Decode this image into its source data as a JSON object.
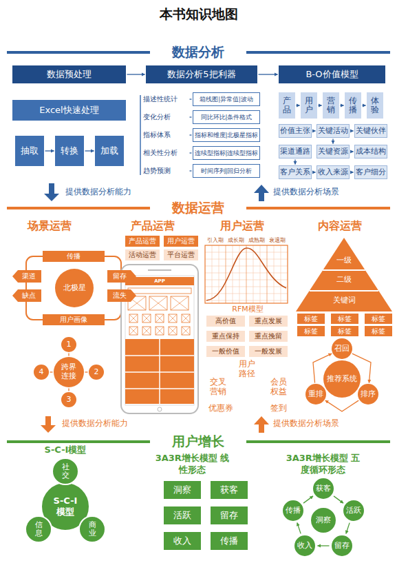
{
  "diagram": {
    "title": "本书知识地图",
    "nodes": [
      {
        "text": [
          "数据分析"
        ]
      },
      {
        "text": [
          "数据预处理"
        ]
      },
      {
        "text": [
          "数据分析5把利器"
        ]
      },
      {
        "text": [
          "B-O价值模型"
        ]
      },
      {
        "text": [
          "Excel快速处理"
        ]
      },
      {
        "text": [
          "抽取"
        ]
      },
      {
        "text": [
          "转换"
        ]
      },
      {
        "text": [
          "加载"
        ]
      },
      {
        "text": [
          "描述性统计"
        ]
      },
      {
        "text": [
          "变化分析"
        ]
      },
      {
        "text": [
          "指标体系"
        ]
      },
      {
        "text": [
          "相关性分析"
        ]
      },
      {
        "text": [
          "趋势预测"
        ]
      },
      {
        "text": [
          "箱线图|异常值|波动"
        ]
      },
      {
        "text": [
          "同比环比|条件格式"
        ]
      },
      {
        "text": [
          "指标和维度|北极星指标"
        ]
      },
      {
        "text": [
          "连续型指标|连续型指标"
        ]
      },
      {
        "text": [
          "时间序列|回归分析"
        ]
      },
      {
        "text": [
          "产品"
        ]
      },
      {
        "text": [
          "用户"
        ]
      },
      {
        "text": [
          "营销"
        ]
      },
      {
        "text": [
          "传播"
        ]
      },
      {
        "text": [
          "体验"
        ]
      },
      {
        "text": [
          "价值主张"
        ]
      },
      {
        "text": [
          "关键活动"
        ]
      },
      {
        "text": [
          "关键伙伴"
        ]
      },
      {
        "text": [
          "渠道通路"
        ]
      },
      {
        "text": [
          "关键资源"
        ]
      },
      {
        "text": [
          "成本结构"
        ]
      },
      {
        "text": [
          "客户关系"
        ]
      },
      {
        "text": [
          "收入来源"
        ]
      },
      {
        "text": [
          "客户细分"
        ]
      },
      {
        "text": [
          "数据运营"
        ]
      },
      {
        "text": [
          "传播"
        ]
      },
      {
        "text": [
          "北极星"
        ]
      },
      {
        "text": [
          "渠道"
        ]
      },
      {
        "text": [
          "缺点"
        ]
      },
      {
        "text": [
          "留存"
        ]
      },
      {
        "text": [
          "流失"
        ]
      },
      {
        "text": [
          "用户画像"
        ]
      },
      {
        "text": [
          "跨界连接"
        ]
      },
      {
        "text": [
          "1"
        ]
      },
      {
        "text": [
          "2"
        ]
      },
      {
        "text": [
          "3"
        ]
      },
      {
        "text": [
          "4"
        ]
      },
      {
        "text": [
          "产品运营"
        ]
      },
      {
        "text": [
          "用户运营"
        ]
      },
      {
        "text": [
          "活动运营"
        ]
      },
      {
        "text": [
          "平台运营"
        ]
      },
      {
        "text": [
          "高价值"
        ]
      },
      {
        "text": [
          "重点发展"
        ]
      },
      {
        "text": [
          "重点保持"
        ]
      },
      {
        "text": [
          "重点挽留"
        ]
      },
      {
        "text": [
          "一般价值"
        ]
      },
      {
        "text": [
          "一般发展"
        ]
      },
      {
        "text": [
          "一级"
        ]
      },
      {
        "text": [
          "二级"
        ]
      },
      {
        "text": [
          "关键词"
        ]
      },
      {
        "text": [
          "标签"
        ]
      },
      {
        "text": [
          "标签"
        ]
      },
      {
        "text": [
          "标签"
        ]
      },
      {
        "text": [
          "标签"
        ]
      },
      {
        "text": [
          "标签"
        ]
      },
      {
        "text": [
          "标签"
        ]
      },
      {
        "text": [
          "推荐系统"
        ]
      },
      {
        "text": [
          "召回"
        ]
      },
      {
        "text": [
          "排序"
        ]
      },
      {
        "text": [
          "重排"
        ]
      },
      {
        "text": [
          "用户增长"
        ]
      },
      {
        "text": [
          "S-C-I模型"
        ]
      },
      {
        "text": [
          "社交"
        ]
      },
      {
        "text": [
          "信息"
        ]
      },
      {
        "text": [
          "商业"
        ]
      },
      {
        "text": [
          "洞察"
        ]
      },
      {
        "text": [
          "获客"
        ]
      },
      {
        "text": [
          "活跃"
        ]
      },
      {
        "text": [
          "留存"
        ]
      },
      {
        "text": [
          "收入"
        ]
      },
      {
        "text": [
          "传播"
        ]
      },
      {
        "text": [
          "洞察"
        ]
      },
      {
        "text": [
          "获客"
        ]
      },
      {
        "text": [
          "活跃"
        ]
      },
      {
        "text": [
          "留存"
        ]
      },
      {
        "text": [
          "收入"
        ]
      },
      {
        "text": [
          "传播"
        ]
      }
    ],
    "edges": [
      {
        "from": 1,
        "to": 2,
        "arrow": "to"
      },
      {
        "from": 2,
        "to": 3,
        "arrow": "to"
      },
      {
        "from": 5,
        "to": 6,
        "arrow": "to"
      },
      {
        "from": 6,
        "to": 7,
        "arrow": "to"
      },
      {
        "from": 8,
        "to": 13,
        "arrow": "none"
      },
      {
        "from": 9,
        "to": 14,
        "arrow": "none"
      },
      {
        "from": 10,
        "to": 15,
        "arrow": "none"
      },
      {
        "from": 11,
        "to": 16,
        "arrow": "none"
      },
      {
        "from": 12,
        "to": 17,
        "arrow": "none"
      },
      {
        "from": 18,
        "to": 19,
        "arrow": "to"
      },
      {
        "from": 19,
        "to": 20,
        "arrow": "to"
      },
      {
        "from": 20,
        "to": 21,
        "arrow": "to"
      },
      {
        "from": 21,
        "to": 22,
        "arrow": "to"
      },
      {
        "from": 23,
        "to": 24,
        "arrow": "to"
      },
      {
        "from": 24,
        "to": 25,
        "arrow": "to"
      },
      {
        "from": 24,
        "to": 27,
        "arrow": "to"
      },
      {
        "from": 26,
        "to": 29,
        "arrow": "to"
      },
      {
        "from": 29,
        "to": 30,
        "arrow": "to"
      },
      {
        "from": 30,
        "to": 31,
        "arrow": "to"
      },
      {
        "from": 27,
        "to": 28,
        "arrow": "to"
      },
      {
        "from": 40,
        "to": 41,
        "arrow": "none"
      },
      {
        "from": 40,
        "to": 42,
        "arrow": "none"
      },
      {
        "from": 40,
        "to": 43,
        "arrow": "none"
      },
      {
        "from": 40,
        "to": 44,
        "arrow": "none"
      },
      {
        "from": 65,
        "to": 66,
        "arrow": "to"
      },
      {
        "from": 66,
        "to": 67,
        "arrow": "to"
      },
      {
        "from": 67,
        "to": 65,
        "arrow": "to"
      },
      {
        "from": 80,
        "to": 81,
        "arrow": "to"
      },
      {
        "from": 81,
        "to": 82,
        "arrow": "to"
      },
      {
        "from": 82,
        "to": 83,
        "arrow": "to"
      },
      {
        "from": 83,
        "to": 84,
        "arrow": "to"
      },
      {
        "from": 84,
        "to": 80,
        "arrow": "to"
      }
    ],
    "labels": [
      "提供数据分析能力",
      "提供数据分析场景",
      "场景运营",
      "产品运营",
      "用户运营",
      "内容运营",
      "引入期",
      "成长期",
      "成熟期",
      "衰退期",
      "APP",
      "RFM模型",
      "用户路径",
      "交叉营销",
      "会员权益",
      "优惠券",
      "签到",
      "提供数据分析能力",
      "提供数据分析场景",
      "S-C-I模型",
      "3A3R增长模型 线性形态",
      "3A3R增长模型 五度循环形态"
    ]
  }
}
